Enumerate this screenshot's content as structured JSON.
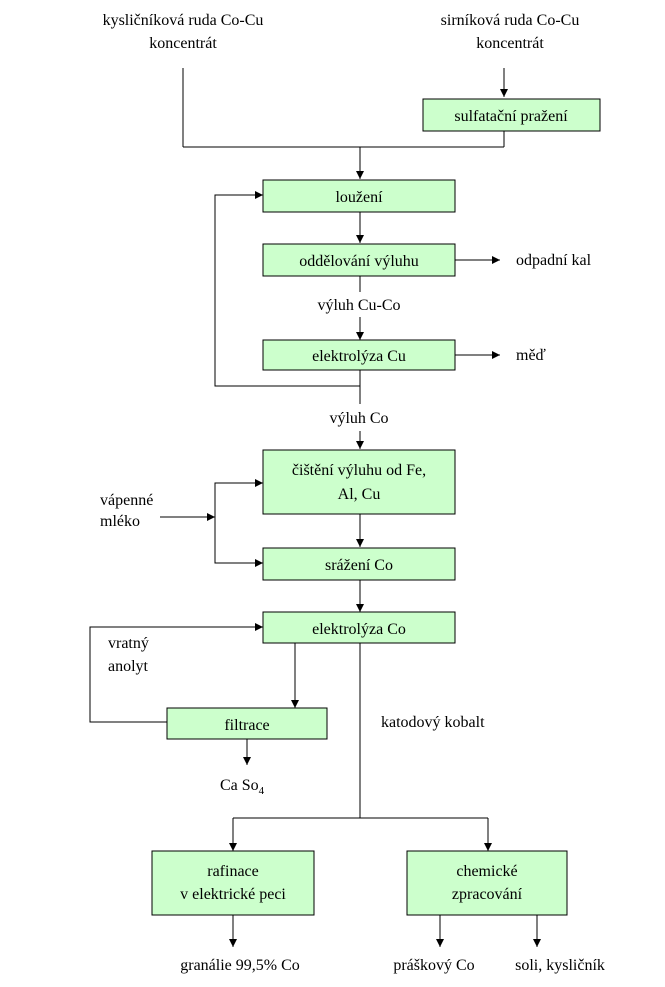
{
  "inputs": {
    "oxide_ore": {
      "line1": "kysličníková ruda Co-Cu",
      "line2": "koncentrát"
    },
    "sulfide_ore": {
      "line1": "sirníková ruda Co-Cu",
      "line2": "koncentrát"
    }
  },
  "steps": {
    "sulfatation_roasting": "sulfatační pražení",
    "leaching": "loužení",
    "leach_separation": "oddělování výluhu",
    "cu_electrolysis": "elektrolýza Cu",
    "purification": {
      "line1": "čištění výluhu od Fe,",
      "line2": "Al, Cu"
    },
    "co_precipitation": "srážení Co",
    "co_electrolysis": "elektrolýza Co",
    "filtration": "filtrace",
    "refining": {
      "line1": "rafinace",
      "line2": "v elektrické peci"
    },
    "chemical_processing": {
      "line1": "chemické",
      "line2": "zpracování"
    }
  },
  "flows": {
    "waste_sludge": "odpadní kal",
    "cu_co_leach": "výluh Cu-Co",
    "copper": "měď",
    "co_leach": "výluh Co",
    "lime_milk": {
      "line1": "vápenné",
      "line2": "mléko"
    },
    "return_anolyte": {
      "line1": "vratný",
      "line2": "anolyt"
    },
    "caso4_base": "Ca So",
    "caso4_sub": "4",
    "cathode_cobalt": "katodový kobalt"
  },
  "outputs": {
    "granules": "granálie 99,5% Co",
    "powder": "práškový Co",
    "salts": "soli, kysličník"
  },
  "colors": {
    "box_fill": "#ccffcc",
    "stroke": "#000000"
  }
}
